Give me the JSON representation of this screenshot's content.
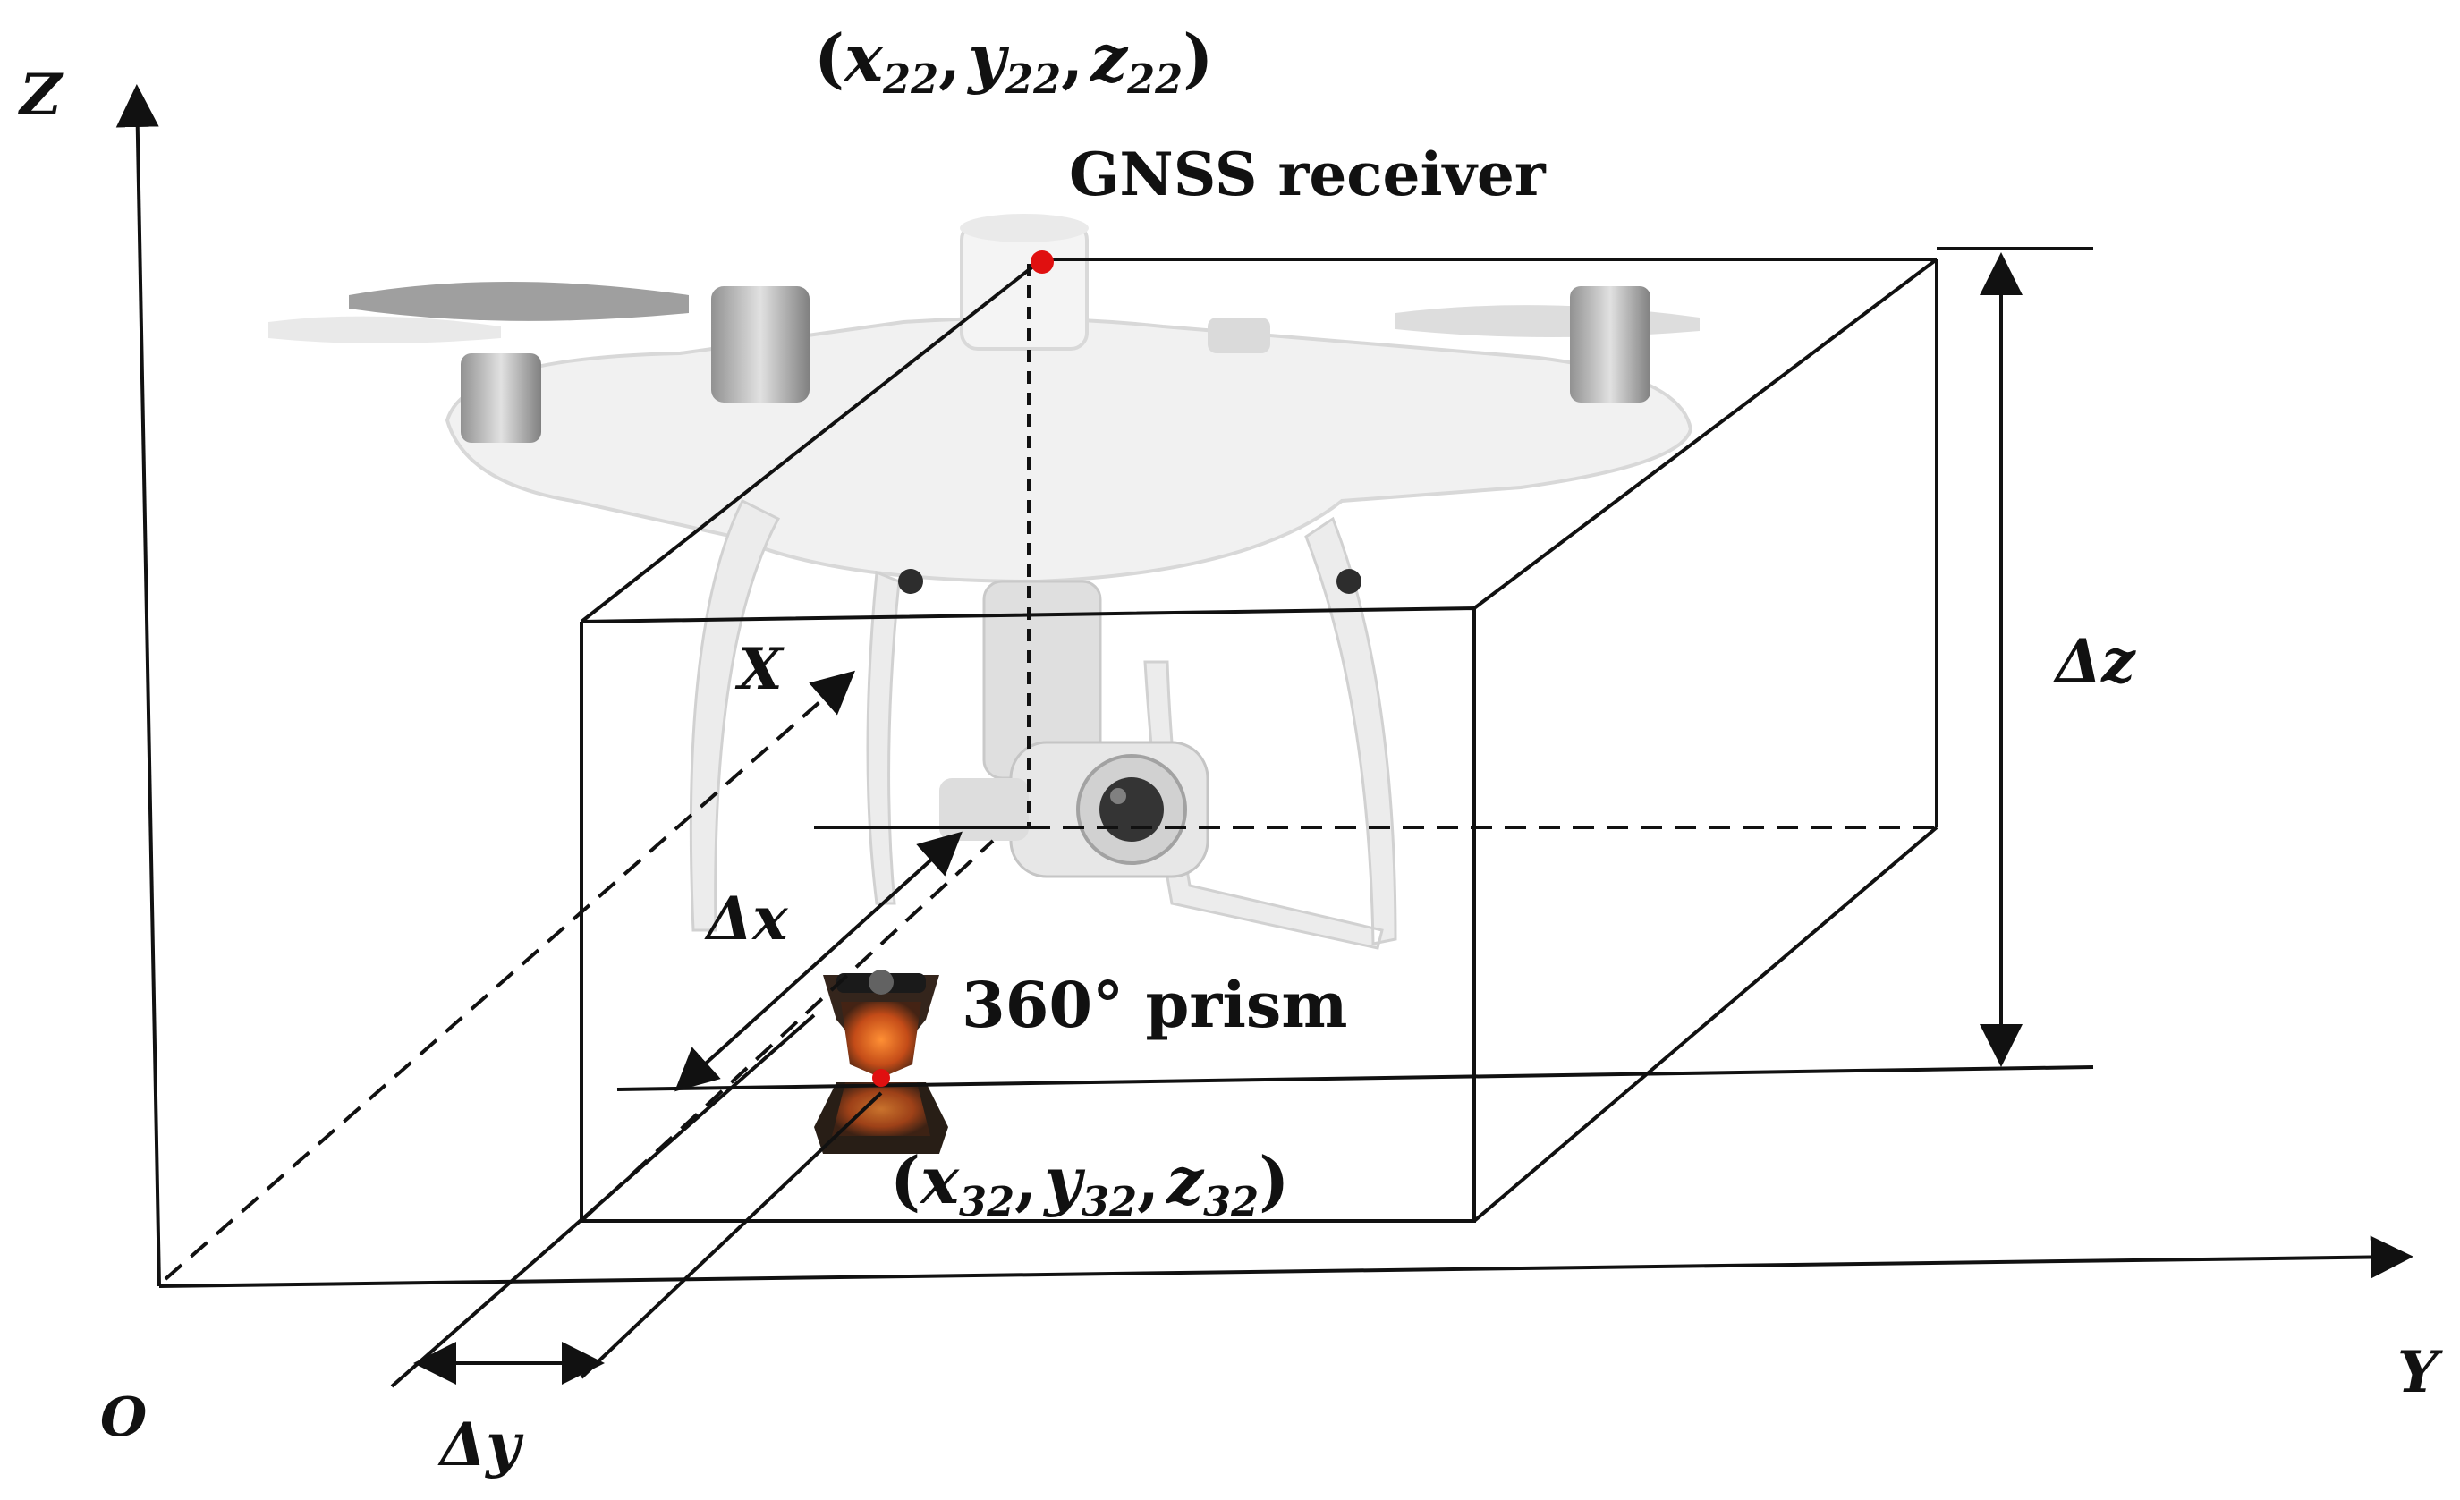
{
  "axes": {
    "z_label": "Z",
    "y_label": "Y",
    "x_label": "X",
    "origin_label": "O"
  },
  "gnss": {
    "title": "GNSS receiver",
    "coord_open": "(",
    "x_sym": "x",
    "x_sub": "22",
    "y_sym": "y",
    "y_sub": "22",
    "z_sym": "z",
    "z_sub": "22",
    "sep": ",",
    "coord_close": ")"
  },
  "prism": {
    "title": "360° prism",
    "coord_open": "(",
    "x_sym": "x",
    "x_sub": "32",
    "y_sym": "y",
    "y_sub": "32",
    "z_sym": "z",
    "z_sub": "32",
    "sep": ",",
    "coord_close": ")"
  },
  "offsets": {
    "dx": "Δx",
    "dy": "Δy",
    "dz": "Δz"
  },
  "colors": {
    "marker": "#e01010",
    "line": "#111111",
    "drone_body": "#f1f1f1",
    "prism_body": "#2a1a10",
    "prism_glass": "#d2520e"
  }
}
